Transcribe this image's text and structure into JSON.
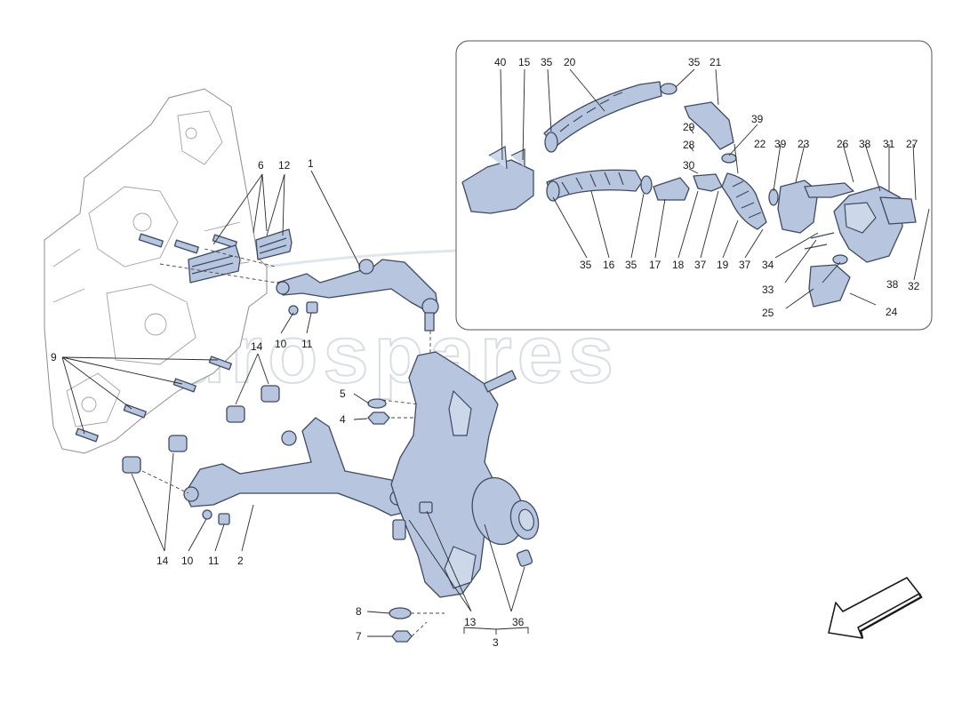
{
  "watermark": {
    "text": "eurospares"
  },
  "detail_box_labels": {
    "top": [
      "40",
      "15",
      "35",
      "20",
      "35",
      "21",
      "29",
      "28",
      "39",
      "22",
      "39",
      "23",
      "26",
      "38",
      "31",
      "27",
      "30"
    ],
    "bottom": [
      "35",
      "16",
      "35",
      "17",
      "18",
      "37",
      "19",
      "37",
      "34",
      "33",
      "38",
      "32",
      "25",
      "24"
    ]
  },
  "main_labels": {
    "l6": "6",
    "l12": "12",
    "l1": "1",
    "l9": "9",
    "l14a": "14",
    "l10a": "10",
    "l11a": "11",
    "l5": "5",
    "l4": "4",
    "l14b": "14",
    "l10b": "10",
    "l11b": "11",
    "l2": "2",
    "l8": "8",
    "l7": "7",
    "l13": "13",
    "l36": "36",
    "l3": "3"
  },
  "colors": {
    "part_fill": "#b7c6de",
    "part_stroke": "#3d4a63",
    "line": "#2a2a2a"
  },
  "icons": {
    "direction": "arrow-down-left-icon"
  }
}
